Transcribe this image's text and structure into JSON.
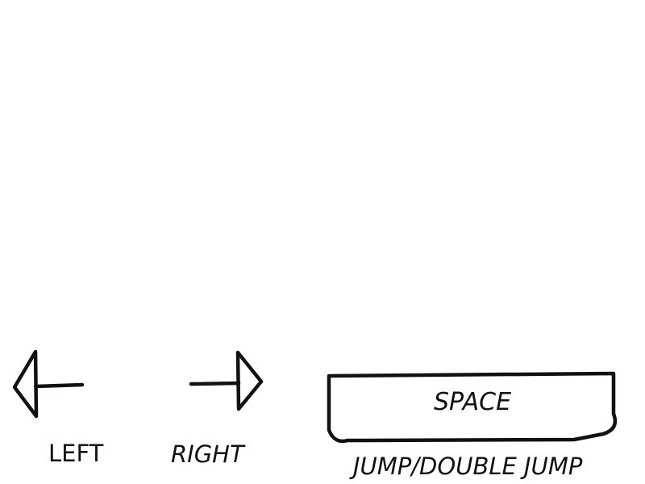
{
  "controls": {
    "left": {
      "label": "LEFT",
      "icon": "left-arrow-icon"
    },
    "right": {
      "label": "RIGHT",
      "icon": "right-arrow-icon"
    },
    "space": {
      "key_label": "SPACE",
      "action_label": "JUMP/DOUBLE JUMP"
    }
  }
}
